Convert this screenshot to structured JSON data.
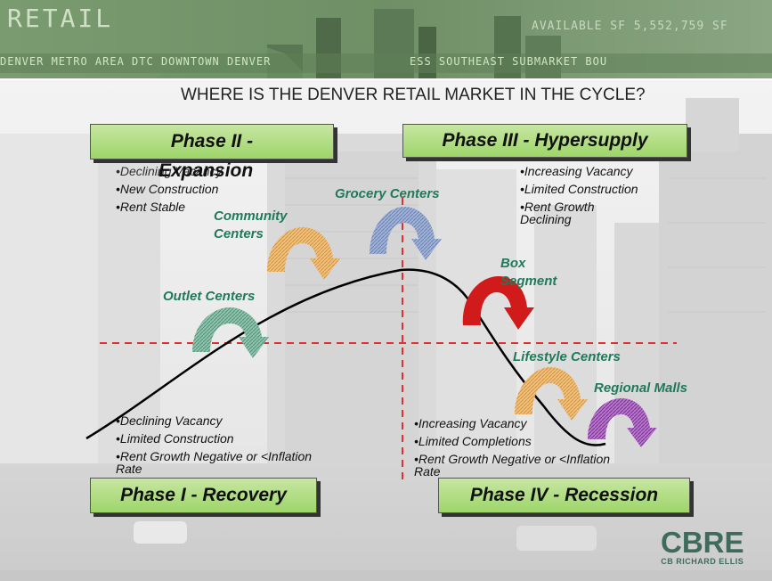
{
  "banner": {
    "title": "RETAIL",
    "ticker_left": "DENVER METRO AREA DTC DOWNTOWN DENVER",
    "ticker_right": "ESS SOUTHEAST SUBMARKET BOU",
    "available_text": "AVAILABLE SF 5,552,759 SF"
  },
  "title": "WHERE IS THE DENVER RETAIL MARKET IN THE CYCLE?",
  "phases": {
    "phase2": {
      "label": "Phase II -",
      "label2": "Expansion",
      "bullets": [
        "•Declining Vacancy",
        "•New Construction",
        "•Rent Stable"
      ]
    },
    "phase3": {
      "label": "Phase III - Hypersupply",
      "bullets": [
        "•Increasing Vacancy",
        "•Limited Construction",
        "•Rent Growth Declining"
      ]
    },
    "phase1": {
      "label": "Phase I - Recovery",
      "bullets": [
        "•Declining Vacancy",
        "•Limited Construction",
        "•Rent Growth Negative or <Inflation Rate"
      ]
    },
    "phase4": {
      "label": "Phase IV - Recession",
      "bullets": [
        "•Increasing Vacancy",
        "•Limited Completions",
        "•Rent Growth Negative or <Inflation Rate"
      ]
    }
  },
  "segments": {
    "grocery": {
      "label": "Grocery Centers",
      "color": "#7f95c4"
    },
    "community": {
      "label_line1": "Community",
      "label_line2": "Centers",
      "color": "#e0a24e"
    },
    "outlet": {
      "label": "Outlet Centers",
      "color": "#5fa08a"
    },
    "box": {
      "label_line1": "Box",
      "label_line2": "Segment",
      "color": "#d11b1b"
    },
    "lifestyle": {
      "label": "Lifestyle Centers",
      "color": "#e0a24e"
    },
    "regional": {
      "label": "Regional Malls",
      "color": "#8e3aa8"
    }
  },
  "logo": {
    "main": "CBRE",
    "sub": "CB RICHARD ELLIS"
  },
  "colors": {
    "phase_box": "#a8d97a",
    "label_green": "#1f7a5a",
    "divider_red": "#e03030"
  }
}
